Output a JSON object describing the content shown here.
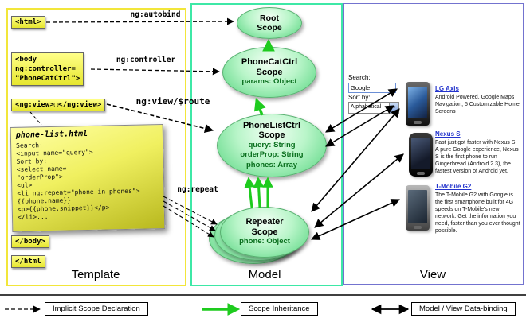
{
  "colors": {
    "template_border": "#f2e63a",
    "model_border": "#3de8a6",
    "view_border": "#7373cf",
    "scope_fill": "#8fe9ac",
    "inheritance_green": "#1ecb1e",
    "tag_yellow": "#f8f84e",
    "link_blue": "#2233cc"
  },
  "columns": {
    "template_label": "Template",
    "model_label": "Model",
    "view_label": "View"
  },
  "template": {
    "html_open": "<html>",
    "body_open": "<body\nng:controller=\n\"PhoneCatCtrl\">",
    "ng_view_tag": "<ng:view>▢</ng:view>",
    "body_close": "</body>",
    "html_close": "</html",
    "note": {
      "title": "phone-list.html",
      "lines": [
        "Search:",
        "<input name=\"query\">",
        "Sort by:",
        "<select name=",
        "\"orderProp\">",
        "<ul>",
        "<li ng:repeat=\"phone in phones\">",
        "{{phone.name}}",
        "<p>{{phone.snippet}}</p>",
        "</li>..."
      ]
    }
  },
  "arrow_labels": {
    "ng_autobind": "ng:autobind",
    "ng_controller": "ng:controller",
    "ng_view_route": "ng:view/$route",
    "ng_repeat": "ng:repeat"
  },
  "model": {
    "root": {
      "title": "Root\nScope"
    },
    "phonecat": {
      "title": "PhoneCatCtrl\nScope",
      "prop1": "params: Object"
    },
    "phonelist": {
      "title": "PhoneListCtrl\nScope",
      "prop1": "query: String",
      "prop2": "orderProp: String",
      "prop3": "phones: Array"
    },
    "repeater": {
      "title": "Repeater\nScope",
      "prop1": "phone: Object"
    }
  },
  "view": {
    "search_label": "Search:",
    "search_value": "Google",
    "sort_label": "Sort by:",
    "sort_value": "Alphabetical",
    "phones": [
      {
        "name": "LG Axis",
        "description": "Android Powered, Google Maps Navigation, 5 Customizable Home Screens"
      },
      {
        "name": "Nexus S",
        "description": "Fast just got faster with Nexus S. A pure Google experience, Nexus S is the first phone to run Gingerbread (Android 2.3), the fastest version of Android yet."
      },
      {
        "name": "T-Mobile G2",
        "description": "The T-Mobile G2 with Google is the first smartphone built for 4G speeds on T-Mobile's new network. Get the information you need, faster than you ever thought possible."
      }
    ]
  },
  "legend": {
    "implicit": "Implicit Scope Declaration",
    "inheritance": "Scope Inheritance",
    "databinding": "Model / View Data-binding"
  }
}
